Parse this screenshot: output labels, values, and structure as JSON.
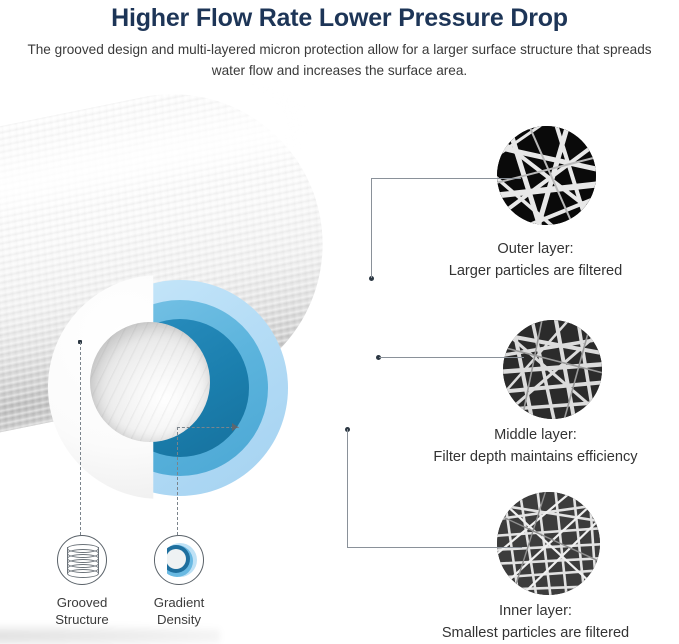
{
  "header": {
    "title": "Higher Flow Rate Lower Pressure Drop",
    "subtitle": "The grooved design and multi-layered micron protection allow for a larger surface structure that spreads water flow and increases the surface area."
  },
  "layers": [
    {
      "id": "outer",
      "heading": "Outer layer:",
      "description": "Larger particles are filtered",
      "sem_icon": "sem-fiber-outer-icon",
      "ring_color": "#b6ddf6"
    },
    {
      "id": "middle",
      "heading": "Middle layer:",
      "description": "Filter depth maintains efficiency",
      "sem_icon": "sem-fiber-middle-icon",
      "ring_color": "#5cb4dd"
    },
    {
      "id": "inner",
      "heading": "Inner layer:",
      "description": "Smallest particles are filtered",
      "sem_icon": "sem-fiber-inner-icon",
      "ring_color": "#1b7fae"
    }
  ],
  "features": [
    {
      "id": "grooved",
      "line1": "Grooved",
      "line2": "Structure",
      "icon": "grooved-cylinder-icon"
    },
    {
      "id": "gradient",
      "line1": "Gradient",
      "line2": "Density",
      "icon": "gradient-rings-icon"
    }
  ],
  "colors": {
    "title": "#1d3557",
    "body_text": "#333333",
    "ring_outer": "#b6ddf6",
    "ring_middle": "#5cb4dd",
    "ring_inner": "#1b7fae",
    "leader_line": "#8a9199",
    "background": "#ffffff"
  },
  "product": {
    "name": "grooved-sediment-filter-cartridge",
    "cutaway_label": "three-layer-cutaway"
  }
}
